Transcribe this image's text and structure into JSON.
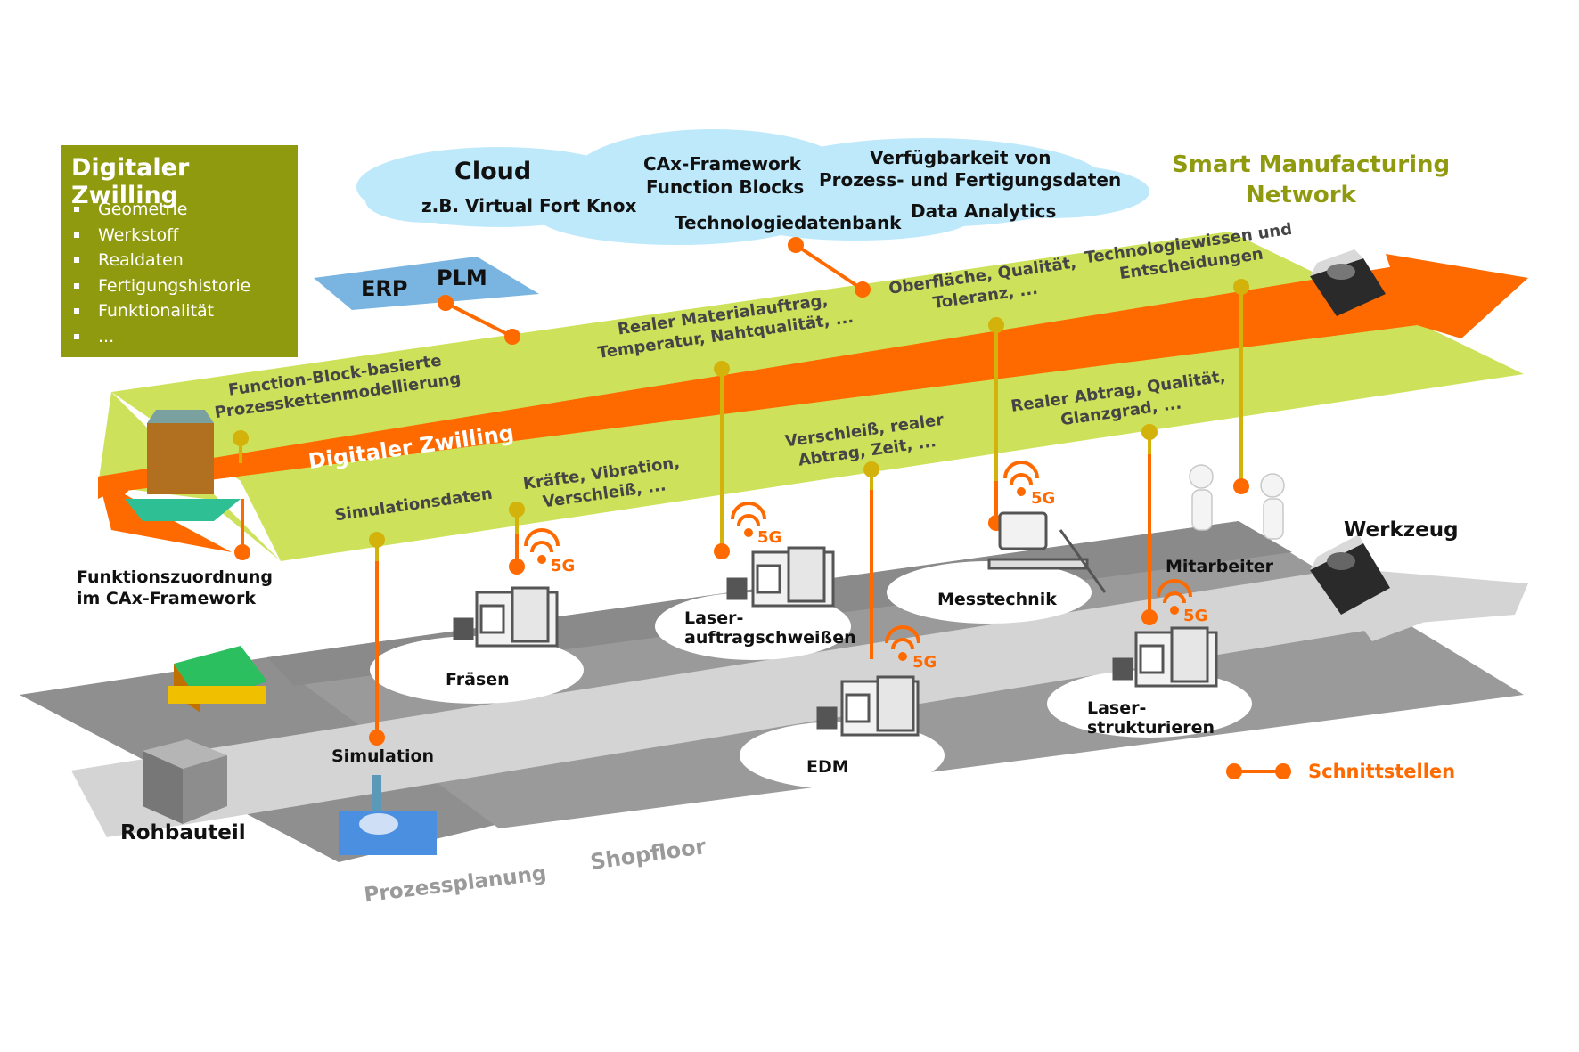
{
  "legend_box": {
    "title": "Digitaler Zwilling",
    "items": [
      "Geometrie",
      "Werkstoff",
      "Realdaten",
      "Fertigungshistorie",
      "Funktionalität",
      "..."
    ]
  },
  "cloud": {
    "title": "Cloud",
    "subtitle": "z.B. Virtual Fort Knox",
    "cax_line1": "CAx-Framework",
    "cax_line2": "Function Blocks",
    "availability_line1": "Verfügbarkeit von",
    "availability_line2": "Prozess- und Fertigungsdaten",
    "technology_db": "Technologiedatenbank",
    "data_analytics": "Data Analytics"
  },
  "erp_plm": {
    "erp": "ERP",
    "plm": "PLM"
  },
  "network_title": {
    "line1": "Smart Manufacturing",
    "line2": "Network"
  },
  "twin_band_label": "Digitaler Zwilling",
  "plane_labels": {
    "function_block": [
      "Function-Block-basierte",
      "Prozesskettenmodellierung"
    ],
    "material": [
      "Realer Materialauftrag,",
      "Temperatur, Nahtqualität, ..."
    ],
    "surface": [
      "Oberfläche, Qualität,",
      "Toleranz, ..."
    ],
    "technology": [
      "Technologiewissen und",
      "Entscheidungen"
    ],
    "simulation_data": [
      "Simulationsdaten"
    ],
    "forces": [
      "Kräfte, Vibration,",
      "Verschleiß, ..."
    ],
    "wear": [
      "Verschleiß, realer",
      "Abtrag, Zeit, ..."
    ],
    "removal": [
      "Realer Abtrag, Qualität,",
      "Glanzgrad, ..."
    ]
  },
  "floor_labels": {
    "funktionszuordnung": [
      "Funktionszuordnung",
      "im CAx-Framework"
    ],
    "simulation": "Simulation",
    "rohbauteil": "Rohbauteil",
    "prozessplanung": "Prozessplanung",
    "shopfloor": "Shopfloor",
    "werkzeug": "Werkzeug",
    "mitarbeiter": "Mitarbeiter"
  },
  "stations": [
    {
      "name": "Fräsen",
      "wireless": "5G"
    },
    {
      "name": "Laser-\nauftragschweißen",
      "line1": "Laser-",
      "line2": "auftragschweißen",
      "wireless": "5G"
    },
    {
      "name": "EDM",
      "wireless": "5G"
    },
    {
      "name": "Messtechnik",
      "wireless": "5G"
    },
    {
      "name": "Laser-\nstrukturieren",
      "line1": "Laser-",
      "line2": "strukturieren",
      "wireless": "5G"
    }
  ],
  "legend": {
    "interfaces": "Schnittstellen"
  },
  "colors": {
    "box_green": "#8f9a0f",
    "plane_green": "#cde25a",
    "orange": "#ff6a00",
    "cloud_blue": "#bde9fb",
    "erp_blue": "#7ab5e2",
    "gold": "#d4b20c",
    "floor_dark": "#8c8c8c",
    "floor_mid": "#a6a6a6",
    "path_light": "#d6d6d6"
  }
}
